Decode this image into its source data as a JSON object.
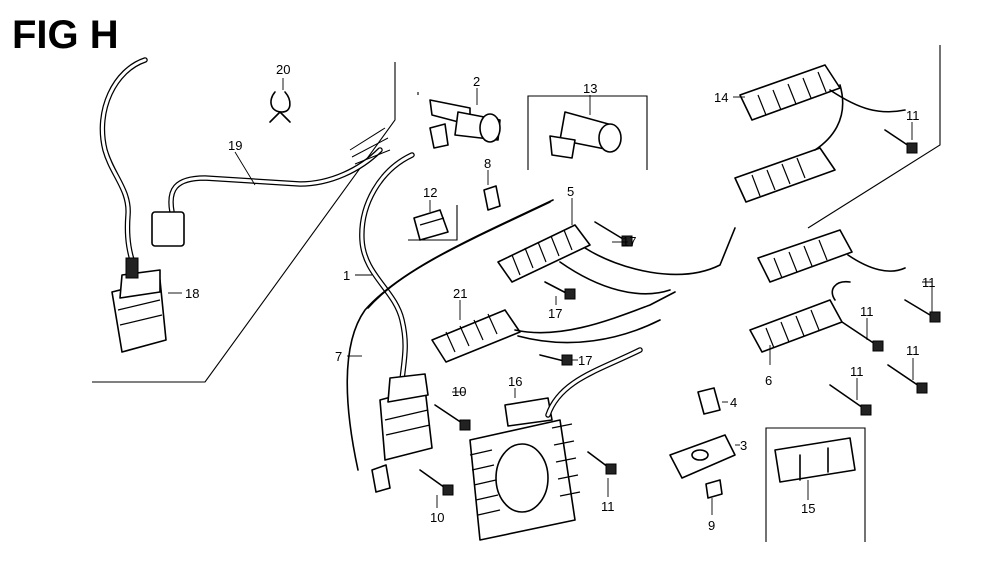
{
  "figure": {
    "title": "FIG H",
    "callouts": [
      "20",
      "2",
      "13",
      "14",
      "11",
      "19",
      "8",
      "12",
      "5",
      "17",
      "1",
      "17",
      "11",
      "21",
      "17",
      "11",
      "7",
      "18",
      "10",
      "16",
      "4",
      "6",
      "11",
      "11",
      "3",
      "10",
      "11",
      "9",
      "15"
    ]
  }
}
